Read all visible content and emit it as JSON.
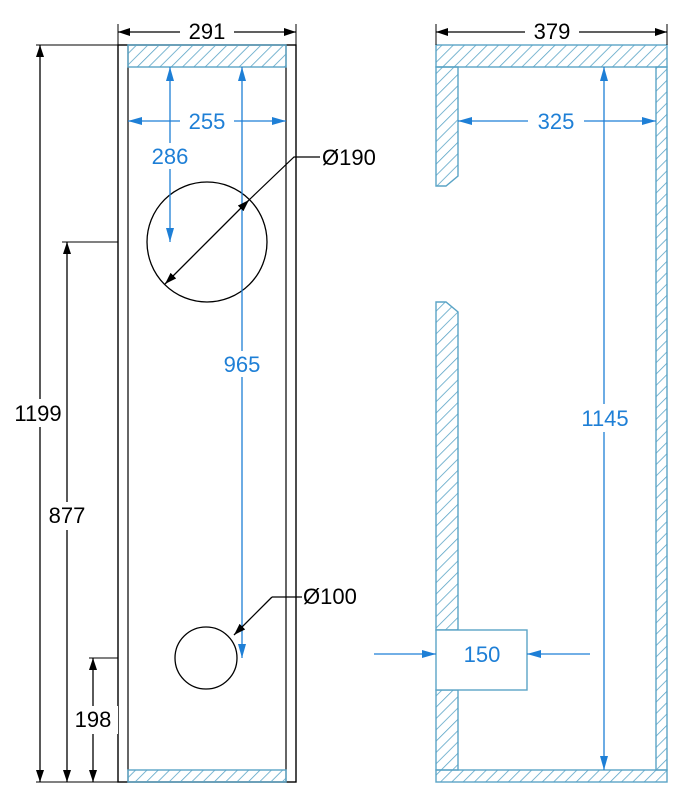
{
  "colors": {
    "outline": "#000000",
    "dimension_black": "#000000",
    "dimension_blue": "#1e7fd6",
    "hatch": "#5aa4c6"
  },
  "front_view": {
    "width_label": "291",
    "inner_width_label": "255",
    "hole_large_offset_label": "286",
    "hole_large_diameter_label": "Ø190",
    "hole_centers_distance_label": "965",
    "hole_small_diameter_label": "Ø100",
    "total_height_label": "1199",
    "side_height_label": "877",
    "bottom_height_label": "198"
  },
  "side_view": {
    "width_label": "379",
    "inner_width_label": "325",
    "inner_height_label": "1145",
    "port_label": "150"
  }
}
